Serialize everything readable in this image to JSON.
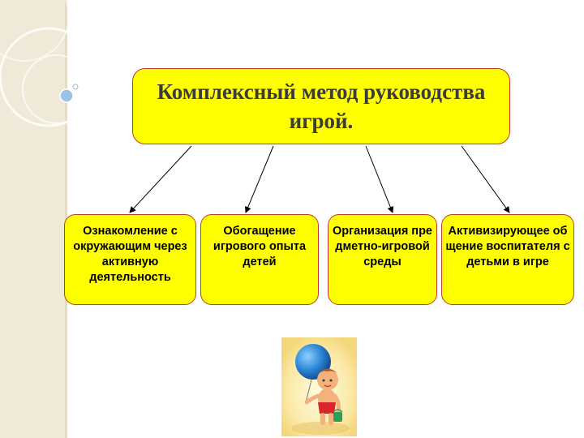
{
  "main": {
    "title": "Комплексный метод руководства игрой."
  },
  "branches": [
    {
      "label": "Ознакомление с окружающим через активную деятельность"
    },
    {
      "label": "Обогащение игрового опыта детей"
    },
    {
      "label": "Организация предметно-игровой среды"
    },
    {
      "label": "Активизирующее общение воспитателя с детьми в игре"
    }
  ],
  "colors": {
    "box_fill": "#ffff00",
    "box_border": "#c23a2a",
    "band": "#efe9d8"
  },
  "illustration": {
    "icon": "child-with-balloon-icon"
  }
}
